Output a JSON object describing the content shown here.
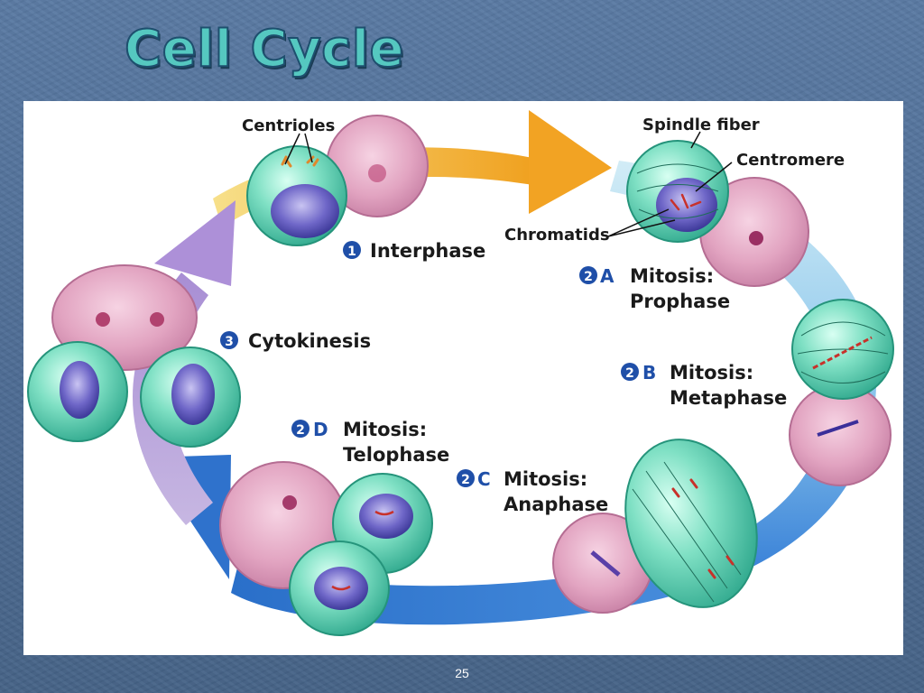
{
  "slide": {
    "title": "Cell Cycle",
    "page_number": "25"
  },
  "diagram": {
    "labels": {
      "centrioles": "Centrioles",
      "spindle_fiber": "Spindle fiber",
      "centromere": "Centromere",
      "chromatids": "Chromatids"
    },
    "phases": [
      {
        "num": "1",
        "letter": "",
        "line1": "Interphase",
        "line2": ""
      },
      {
        "num": "2",
        "letter": "A",
        "line1": "Mitosis:",
        "line2": "Prophase"
      },
      {
        "num": "2",
        "letter": "B",
        "line1": "Mitosis:",
        "line2": "Metaphase"
      },
      {
        "num": "2",
        "letter": "C",
        "line1": "Mitosis:",
        "line2": "Anaphase"
      },
      {
        "num": "2",
        "letter": "D",
        "line1": "Mitosis:",
        "line2": "Telophase"
      },
      {
        "num": "3",
        "letter": "",
        "line1": "Cytokinesis",
        "line2": ""
      }
    ]
  },
  "colors": {
    "badge": "#1f4fa8",
    "cell_green": "#5fd0b0",
    "tissue_pink": "#e6a9c6",
    "nucleus_purple": "#6b64c4",
    "arrow_gold": "#f0a824",
    "arrow_blue": "#3a82d8",
    "arrow_lilac": "#b59ad6"
  }
}
